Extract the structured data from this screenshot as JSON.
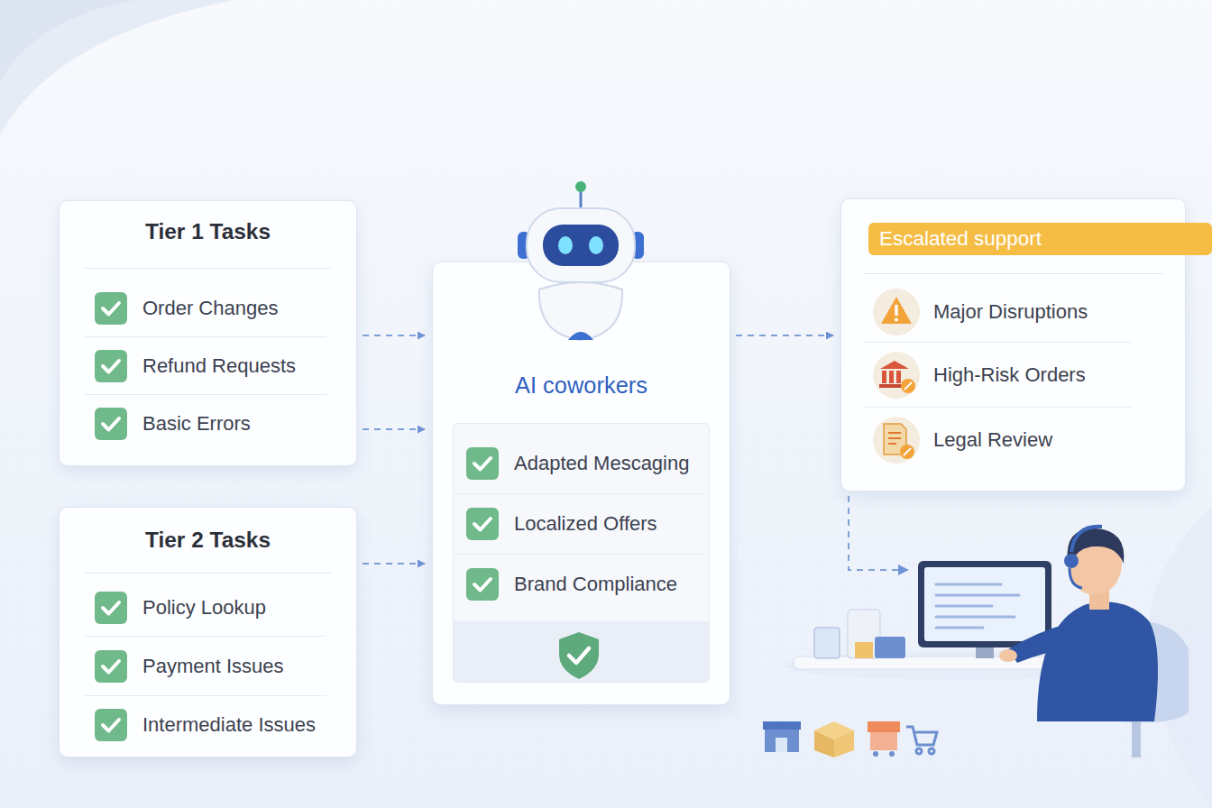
{
  "diagram": {
    "nodes": [
      {
        "text": [
          "Tier 1 Tasks"
        ]
      },
      {
        "text": [
          "Order Changes"
        ],
        "in": 0
      },
      {
        "text": [
          "Refund Requests"
        ],
        "in": 0
      },
      {
        "text": [
          "Basic Errors"
        ],
        "in": 0
      },
      {
        "text": [
          "Tier 2 Tasks"
        ]
      },
      {
        "text": [
          "Policy Lookup"
        ],
        "in": 4
      },
      {
        "text": [
          "Payment Issues"
        ],
        "in": 4
      },
      {
        "text": [
          "Intermediate Issues"
        ],
        "in": 4
      },
      {
        "text": [
          "AI coworkers"
        ]
      },
      {
        "text": [
          "Adapted Mescaging"
        ],
        "in": 8
      },
      {
        "text": [
          "Localized Offers"
        ],
        "in": 8
      },
      {
        "text": [
          "Brand Compliance"
        ],
        "in": 8
      },
      {
        "text": [
          "Escalated support"
        ]
      },
      {
        "text": [
          "Major Disruptions"
        ],
        "in": 12
      },
      {
        "text": [
          "High-Risk Orders"
        ],
        "in": 12
      },
      {
        "text": [
          "Legal Review"
        ],
        "in": 12
      }
    ],
    "edges": [
      {
        "from": 0,
        "to": 8,
        "arrow": "to"
      },
      {
        "from": 0,
        "to": 8,
        "arrow": "to"
      },
      {
        "from": 4,
        "to": 8,
        "arrow": "to"
      },
      {
        "from": 8,
        "to": 12,
        "arrow": "to"
      }
    ]
  }
}
